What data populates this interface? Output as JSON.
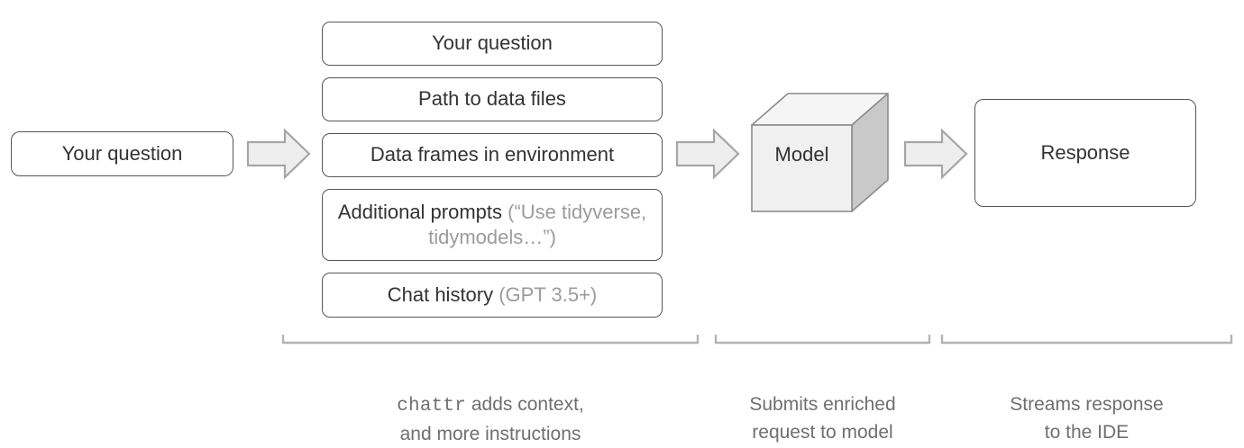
{
  "diagram": {
    "title": "chattr context flow",
    "colors": {
      "box_border": "#555555",
      "box_fill": "#ffffff",
      "text_primary": "#333333",
      "text_muted": "#9b9b9b",
      "caption_text": "#6f6f6f",
      "arrow_fill": "#eeeeee",
      "arrow_stroke": "#a6a6a6",
      "cube_front": "#f0f0f0",
      "cube_top": "#f5f5f5",
      "cube_side": "#c9c9c9",
      "cube_stroke": "#8c8c8c",
      "bracket_stroke": "#b3b3b3"
    }
  },
  "input": {
    "label": "Your question"
  },
  "context_stack": {
    "items": [
      {
        "label": "Your question",
        "note": ""
      },
      {
        "label": "Path to data files",
        "note": ""
      },
      {
        "label": "Data frames in environment",
        "note": ""
      },
      {
        "label": "Additional prompts ",
        "note": "(“Use tidyverse, tidymodels…”)"
      },
      {
        "label": "Chat history ",
        "note": "(GPT 3.5+)"
      }
    ]
  },
  "model": {
    "label": "Model"
  },
  "output": {
    "label": "Response"
  },
  "arrows": [
    {
      "name": "arrow-question-to-context"
    },
    {
      "name": "arrow-context-to-model"
    },
    {
      "name": "arrow-model-to-response"
    }
  ],
  "captions": [
    {
      "mono_prefix": "chattr",
      "rest": " adds context,\nand more instructions"
    },
    {
      "mono_prefix": "",
      "rest": "Submits enriched\nrequest to model"
    },
    {
      "mono_prefix": "",
      "rest": "Streams response\nto the IDE"
    }
  ]
}
